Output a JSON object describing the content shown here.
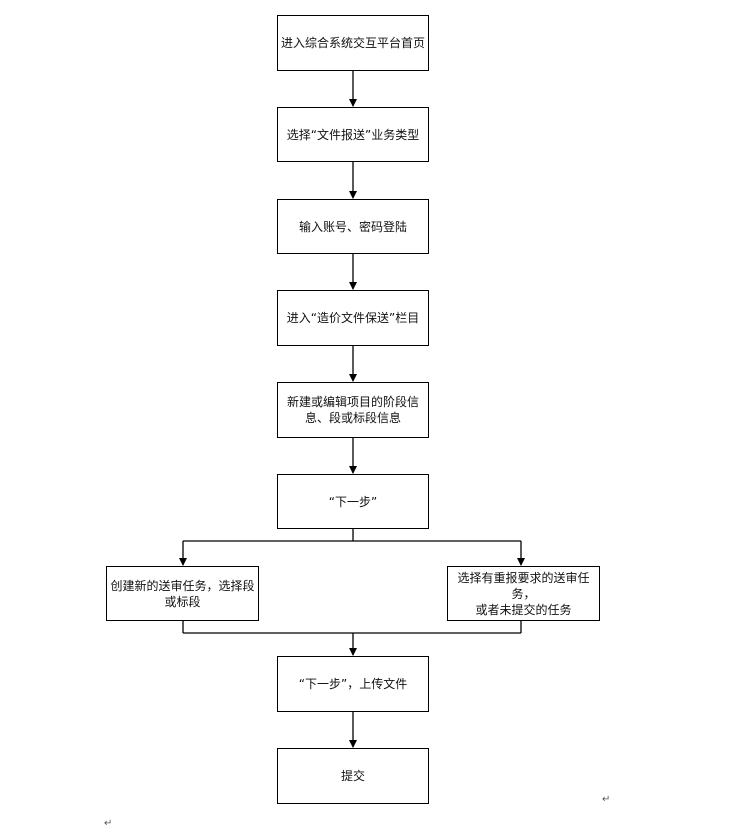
{
  "flowchart": {
    "steps": [
      "进入综合系统交互平台首页",
      "选择“文件报送”业务类型",
      "输入账号、密码登陆",
      "进入“造价文件保送”栏目",
      "新建或编辑项目的阶段信息、段或标段信息",
      "“下一步”"
    ],
    "branch_left": "创建新的送审任务，选择段或标段",
    "branch_right": "选择有重报要求的送审任务，\n或者未提交的任务",
    "after_merge": [
      "“下一步”，上传文件",
      "提交"
    ]
  },
  "paragraph_mark": "↵"
}
